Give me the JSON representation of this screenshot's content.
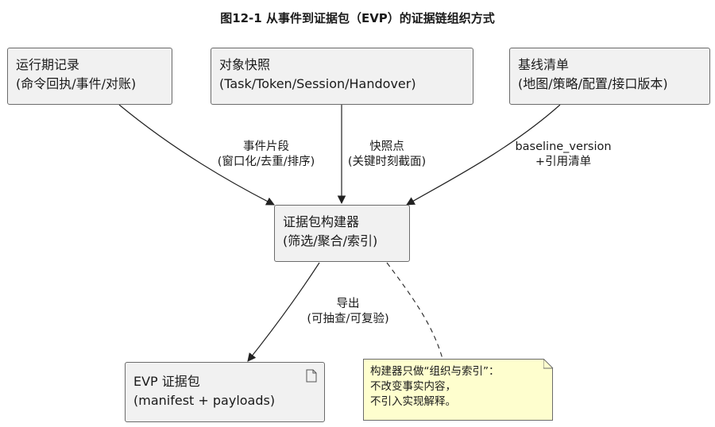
{
  "title": "图12-1 从事件到证据包（EVP）的证据链组织方式",
  "nodes": {
    "runtime": {
      "line1": "运行期记录",
      "line2": "(命令回执/事件/对账)"
    },
    "snapshot": {
      "line1": "对象快照",
      "line2": "(Task/Token/Session/Handover)"
    },
    "baseline": {
      "line1": "基线清单",
      "line2": "(地图/策略/配置/接口版本)"
    },
    "builder": {
      "line1": "证据包构建器",
      "line2": "(筛选/聚合/索引)"
    },
    "evp": {
      "line1": "EVP 证据包",
      "line2": "(manifest + payloads)"
    }
  },
  "edges": {
    "runtime_builder": {
      "line1": "事件片段",
      "line2": "(窗口化/去重/排序)"
    },
    "snapshot_builder": {
      "line1": "快照点",
      "line2": "(关键时刻截面)"
    },
    "baseline_builder": {
      "line1": "baseline_version",
      "line2": "+引用清单"
    },
    "builder_evp": {
      "line1": "导出",
      "line2": "(可抽查/可复验)"
    }
  },
  "note": {
    "line1": "构建器只做“组织与索引”：",
    "line2": "不改变事实内容，",
    "line3": "不引入实现解释。"
  },
  "icons": {
    "evp": "document-icon"
  }
}
